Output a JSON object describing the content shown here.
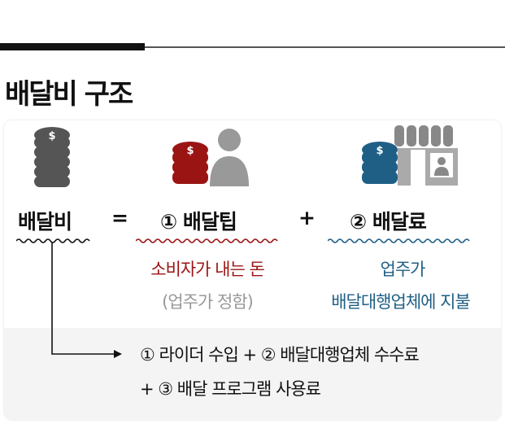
{
  "title": "배달비 구조",
  "formula": {
    "total": "배달비",
    "equals": "=",
    "tip": "① 배달팁",
    "plus": "+",
    "fee": "② 배달료"
  },
  "tip_desc": {
    "line1": "소비자가 내는 돈",
    "line2": "(업주가 정함)"
  },
  "fee_desc": {
    "line1": "업주가",
    "line2": "배달대행업체에 지불"
  },
  "breakdown": {
    "line1": "① 라이더 수입 + ② 배달대행업체 수수료",
    "line2": "+ ③ 배달 프로그램 사용료"
  },
  "colors": {
    "red": "#9b1414",
    "blue": "#1f5f86",
    "gray": "#666666"
  }
}
